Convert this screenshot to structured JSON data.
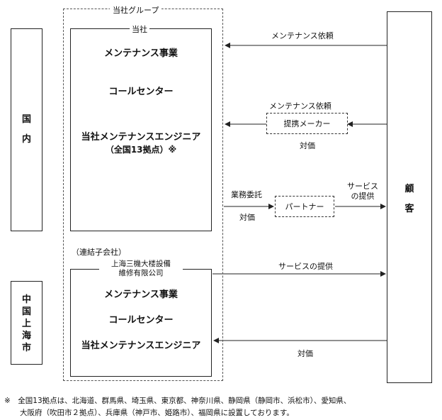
{
  "group_label": "当社グループ",
  "company_label": "当社",
  "company_items": [
    "メンテナンス事業",
    "コールセンター",
    "当社メンテナンスエンジニア"
  ],
  "company_sub": "（全国13拠点）※",
  "domestic_chars": [
    "国",
    "内"
  ],
  "shanghai_chars": [
    "中",
    "国",
    "上",
    "海",
    "市"
  ],
  "customer_chars": [
    "顧",
    "客"
  ],
  "subsidiary_note": "（連結子会社）",
  "subsidiary_name": [
    "上海三機大楼設備",
    "維修有限公司"
  ],
  "subsidiary_items": [
    "メンテナンス事業",
    "コールセンター",
    "当社メンテナンスエンジニア"
  ],
  "arrow_labels": {
    "maint_req_1": "メンテナンス依頼",
    "maint_req_2": "メンテナンス依頼",
    "partner_maker": "提携メーカー",
    "payment_1": "対価",
    "outsourcing": "業務委託",
    "partner": "パートナー",
    "payment_2": "対価",
    "service_1": [
      "サービス",
      "の提供"
    ],
    "service_2": "サービスの提供",
    "payment_3": "対価"
  },
  "footnote": [
    "※　全国13拠点は、北海道、群馬県、埼玉県、東京都、神奈川県、静岡県（静岡市、浜松市）、愛知県、",
    "大阪府（吹田市２拠点）、兵庫県（神戸市、姫路市）、福岡県に設置しております。"
  ]
}
